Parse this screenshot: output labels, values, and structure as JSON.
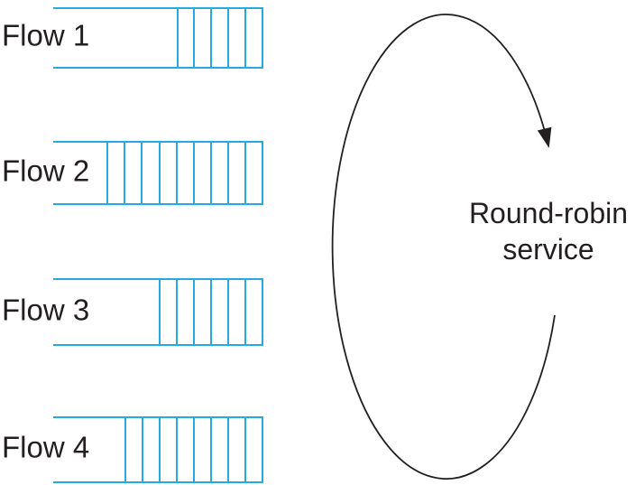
{
  "flows": [
    {
      "label": "Flow 1",
      "packets": 5
    },
    {
      "label": "Flow 2",
      "packets": 9
    },
    {
      "label": "Flow 3",
      "packets": 6
    },
    {
      "label": "Flow 4",
      "packets": 8
    }
  ],
  "service": {
    "label_line1": "Round-robin",
    "label_line2": "service"
  },
  "colors": {
    "queue_line": "#27AAE1",
    "arrow": "#231F20",
    "text": "#231F20"
  }
}
